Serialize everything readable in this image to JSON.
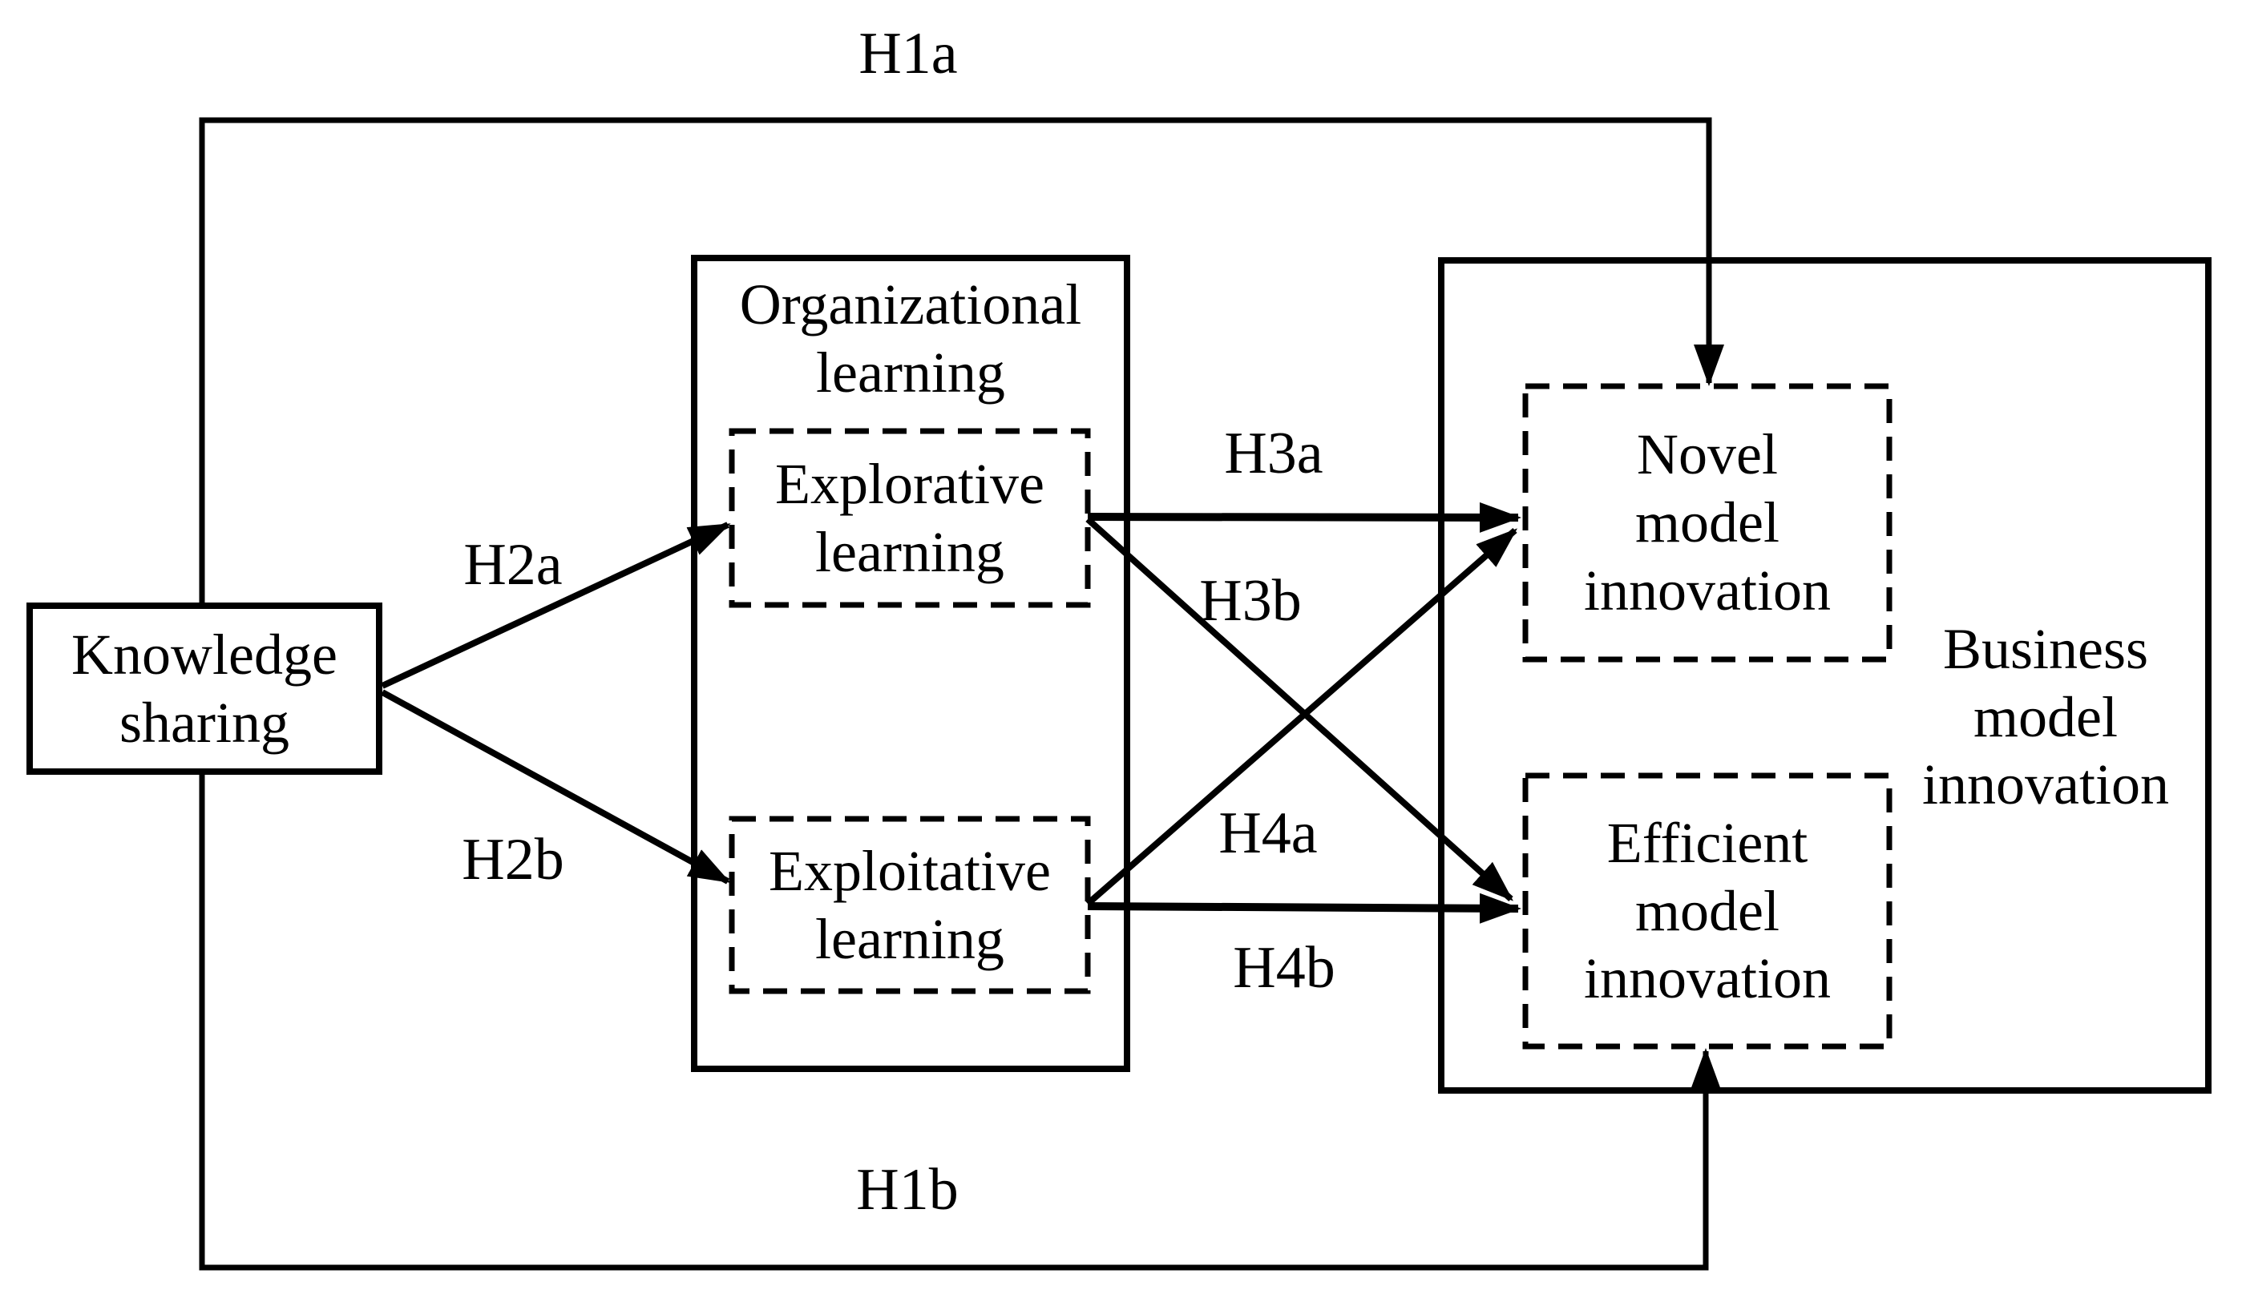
{
  "figure": {
    "type": "hypothesis-model-diagram",
    "colors": {
      "ink": "#000000",
      "background": "#ffffff"
    },
    "nodes": {
      "knowledge_sharing": {
        "label": "Knowledge\nsharing",
        "style": "solid"
      },
      "organizational_learning": {
        "label": "Organizational\nlearning",
        "style": "solid-container"
      },
      "explorative_learning": {
        "label": "Explorative\nlearning",
        "style": "dashed"
      },
      "exploitative_learning": {
        "label": "Exploitative\nlearning",
        "style": "dashed"
      },
      "business_model_innovation": {
        "label": "Business\nmodel\ninnovation",
        "style": "solid-container"
      },
      "novel_model_innovation": {
        "label": "Novel\nmodel\ninnovation",
        "style": "dashed"
      },
      "efficient_model_innovation": {
        "label": "Efficient\nmodel\ninnovation",
        "style": "dashed"
      }
    },
    "hypotheses": {
      "h1a": {
        "label": "H1a",
        "from": "Knowledge sharing",
        "to": "Novel model innovation"
      },
      "h1b": {
        "label": "H1b",
        "from": "Knowledge sharing",
        "to": "Efficient model innovation"
      },
      "h2a": {
        "label": "H2a",
        "from": "Knowledge sharing",
        "to": "Explorative learning"
      },
      "h2b": {
        "label": "H2b",
        "from": "Knowledge sharing",
        "to": "Exploitative learning"
      },
      "h3a": {
        "label": "H3a",
        "from": "Explorative learning",
        "to": "Novel model innovation"
      },
      "h3b": {
        "label": "H3b",
        "from": "Explorative learning",
        "to": "Efficient model innovation"
      },
      "h4a": {
        "label": "H4a",
        "from": "Exploitative learning",
        "to": "Novel model innovation"
      },
      "h4b": {
        "label": "H4b",
        "from": "Exploitative learning",
        "to": "Efficient model innovation"
      }
    }
  }
}
